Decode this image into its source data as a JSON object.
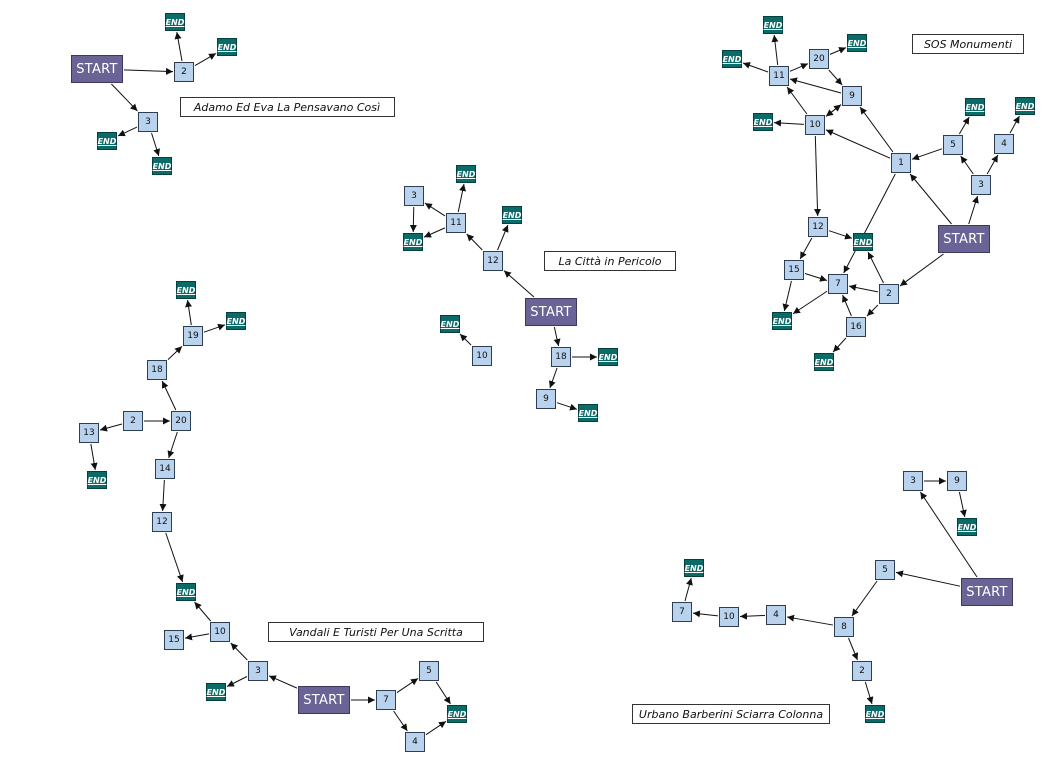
{
  "diagrams": [
    {
      "title": "Adamo Ed Eva La Pensavano Così",
      "nodes": [
        {
          "id": "A_S",
          "label": "START",
          "type": "start"
        },
        {
          "id": "A_2",
          "label": "2",
          "type": "num"
        },
        {
          "id": "A_3",
          "label": "3",
          "type": "num"
        },
        {
          "id": "A_E1",
          "label": "END",
          "type": "end"
        },
        {
          "id": "A_E2",
          "label": "END",
          "type": "end"
        },
        {
          "id": "A_E3",
          "label": "END",
          "type": "end"
        },
        {
          "id": "A_E4",
          "label": "END",
          "type": "end"
        }
      ],
      "edges": [
        [
          "A_S",
          "A_2"
        ],
        [
          "A_S",
          "A_3"
        ],
        [
          "A_2",
          "A_E1"
        ],
        [
          "A_2",
          "A_E2"
        ],
        [
          "A_3",
          "A_E3"
        ],
        [
          "A_3",
          "A_E4"
        ]
      ]
    },
    {
      "title": "La Città in Pericolo",
      "nodes": [
        {
          "id": "B_S",
          "label": "START",
          "type": "start"
        },
        {
          "id": "B_12",
          "label": "12",
          "type": "num"
        },
        {
          "id": "B_11",
          "label": "11",
          "type": "num"
        },
        {
          "id": "B_3",
          "label": "3",
          "type": "num"
        },
        {
          "id": "B_18",
          "label": "18",
          "type": "num"
        },
        {
          "id": "B_9",
          "label": "9",
          "type": "num"
        },
        {
          "id": "B_10",
          "label": "10",
          "type": "num"
        },
        {
          "id": "B_E1",
          "label": "END",
          "type": "end"
        },
        {
          "id": "B_E2",
          "label": "END",
          "type": "end"
        },
        {
          "id": "B_E3",
          "label": "END",
          "type": "end"
        },
        {
          "id": "B_E4",
          "label": "END",
          "type": "end"
        },
        {
          "id": "B_E5",
          "label": "END",
          "type": "end"
        },
        {
          "id": "B_E6",
          "label": "END",
          "type": "end"
        }
      ],
      "edges": [
        [
          "B_S",
          "B_12"
        ],
        [
          "B_12",
          "B_11"
        ],
        [
          "B_12",
          "B_E2"
        ],
        [
          "B_11",
          "B_3"
        ],
        [
          "B_11",
          "B_E1"
        ],
        [
          "B_11",
          "B_E3"
        ],
        [
          "B_3",
          "B_E3"
        ],
        [
          "B_S",
          "B_18"
        ],
        [
          "B_18",
          "B_E4"
        ],
        [
          "B_18",
          "B_9"
        ],
        [
          "B_9",
          "B_E5"
        ],
        [
          "B_10",
          "B_E6"
        ]
      ]
    },
    {
      "title": "SOS Monumenti",
      "nodes": [
        {
          "id": "C_S",
          "label": "START",
          "type": "start"
        },
        {
          "id": "C_1",
          "label": "1",
          "type": "num"
        },
        {
          "id": "C_2",
          "label": "2",
          "type": "num"
        },
        {
          "id": "C_3",
          "label": "3",
          "type": "num"
        },
        {
          "id": "C_4",
          "label": "4",
          "type": "num"
        },
        {
          "id": "C_5",
          "label": "5",
          "type": "num"
        },
        {
          "id": "C_7",
          "label": "7",
          "type": "num"
        },
        {
          "id": "C_9",
          "label": "9",
          "type": "num"
        },
        {
          "id": "C_10",
          "label": "10",
          "type": "num"
        },
        {
          "id": "C_11",
          "label": "11",
          "type": "num"
        },
        {
          "id": "C_12",
          "label": "12",
          "type": "num"
        },
        {
          "id": "C_15",
          "label": "15",
          "type": "num"
        },
        {
          "id": "C_16",
          "label": "16",
          "type": "num"
        },
        {
          "id": "C_20",
          "label": "20",
          "type": "num"
        },
        {
          "id": "C_E1",
          "label": "END",
          "type": "end"
        },
        {
          "id": "C_E2",
          "label": "END",
          "type": "end"
        },
        {
          "id": "C_E3",
          "label": "END",
          "type": "end"
        },
        {
          "id": "C_E4",
          "label": "END",
          "type": "end"
        },
        {
          "id": "C_E5",
          "label": "END",
          "type": "end"
        },
        {
          "id": "C_E6",
          "label": "END",
          "type": "end"
        },
        {
          "id": "C_E7",
          "label": "END",
          "type": "end"
        },
        {
          "id": "C_E8",
          "label": "END",
          "type": "end"
        },
        {
          "id": "C_E9",
          "label": "END",
          "type": "end"
        }
      ],
      "edges": [
        [
          "C_S",
          "C_1"
        ],
        [
          "C_S",
          "C_3"
        ],
        [
          "C_S",
          "C_2"
        ],
        [
          "C_3",
          "C_5"
        ],
        [
          "C_3",
          "C_4"
        ],
        [
          "C_5",
          "C_E4"
        ],
        [
          "C_5",
          "C_1"
        ],
        [
          "C_4",
          "C_E5"
        ],
        [
          "C_1",
          "C_9"
        ],
        [
          "C_1",
          "C_10"
        ],
        [
          "C_1",
          "C_7"
        ],
        [
          "C_9",
          "C_10"
        ],
        [
          "C_9",
          "C_11"
        ],
        [
          "C_10",
          "C_9"
        ],
        [
          "C_10",
          "C_11"
        ],
        [
          "C_10",
          "C_E3"
        ],
        [
          "C_10",
          "C_12"
        ],
        [
          "C_11",
          "C_E2"
        ],
        [
          "C_11",
          "C_E1"
        ],
        [
          "C_11",
          "C_20"
        ],
        [
          "C_20",
          "C_E6"
        ],
        [
          "C_20",
          "C_9"
        ],
        [
          "C_12",
          "C_E7"
        ],
        [
          "C_12",
          "C_15"
        ],
        [
          "C_15",
          "C_7"
        ],
        [
          "C_15",
          "C_E8"
        ],
        [
          "C_2",
          "C_7"
        ],
        [
          "C_2",
          "C_E7"
        ],
        [
          "C_2",
          "C_16"
        ],
        [
          "C_16",
          "C_7"
        ],
        [
          "C_16",
          "C_E9"
        ],
        [
          "C_7",
          "C_E8"
        ]
      ]
    },
    {
      "title": "Vandali E Turisti Per Una Scritta",
      "nodes": [
        {
          "id": "D_S",
          "label": "START",
          "type": "start"
        },
        {
          "id": "D_3",
          "label": "3",
          "type": "num"
        },
        {
          "id": "D_7",
          "label": "7",
          "type": "num"
        },
        {
          "id": "D_5",
          "label": "5",
          "type": "num"
        },
        {
          "id": "D_4",
          "label": "4",
          "type": "num"
        },
        {
          "id": "D_10",
          "label": "10",
          "type": "num"
        },
        {
          "id": "D_15",
          "label": "15",
          "type": "num"
        },
        {
          "id": "D_12",
          "label": "12",
          "type": "num"
        },
        {
          "id": "D_14",
          "label": "14",
          "type": "num"
        },
        {
          "id": "D_20",
          "label": "20",
          "type": "num"
        },
        {
          "id": "D_2",
          "label": "2",
          "type": "num"
        },
        {
          "id": "D_13",
          "label": "13",
          "type": "num"
        },
        {
          "id": "D_18",
          "label": "18",
          "type": "num"
        },
        {
          "id": "D_19",
          "label": "19",
          "type": "num"
        },
        {
          "id": "D_E1",
          "label": "END",
          "type": "end"
        },
        {
          "id": "D_E2",
          "label": "END",
          "type": "end"
        },
        {
          "id": "D_E3",
          "label": "END",
          "type": "end"
        },
        {
          "id": "D_E4",
          "label": "END",
          "type": "end"
        },
        {
          "id": "D_E5",
          "label": "END",
          "type": "end"
        },
        {
          "id": "D_E6",
          "label": "END",
          "type": "end"
        }
      ],
      "edges": [
        [
          "D_S",
          "D_3"
        ],
        [
          "D_S",
          "D_7"
        ],
        [
          "D_3",
          "D_E1"
        ],
        [
          "D_3",
          "D_10"
        ],
        [
          "D_10",
          "D_15"
        ],
        [
          "D_10",
          "D_E2"
        ],
        [
          "D_7",
          "D_5"
        ],
        [
          "D_7",
          "D_4"
        ],
        [
          "D_5",
          "D_E6"
        ],
        [
          "D_4",
          "D_E6"
        ],
        [
          "D_12",
          "D_E2"
        ],
        [
          "D_14",
          "D_12"
        ],
        [
          "D_20",
          "D_14"
        ],
        [
          "D_20",
          "D_18"
        ],
        [
          "D_2",
          "D_20"
        ],
        [
          "D_2",
          "D_13"
        ],
        [
          "D_13",
          "D_E3"
        ],
        [
          "D_18",
          "D_19"
        ],
        [
          "D_19",
          "D_E4"
        ],
        [
          "D_19",
          "D_E5"
        ]
      ]
    },
    {
      "title": "Urbano Barberini Sciarra Colonna",
      "nodes": [
        {
          "id": "E_S",
          "label": "START",
          "type": "start"
        },
        {
          "id": "E_3",
          "label": "3",
          "type": "num"
        },
        {
          "id": "E_9",
          "label": "9",
          "type": "num"
        },
        {
          "id": "E_5",
          "label": "5",
          "type": "num"
        },
        {
          "id": "E_8",
          "label": "8",
          "type": "num"
        },
        {
          "id": "E_2",
          "label": "2",
          "type": "num"
        },
        {
          "id": "E_4",
          "label": "4",
          "type": "num"
        },
        {
          "id": "E_10",
          "label": "10",
          "type": "num"
        },
        {
          "id": "E_7",
          "label": "7",
          "type": "num"
        },
        {
          "id": "E_E1",
          "label": "END",
          "type": "end"
        },
        {
          "id": "E_E2",
          "label": "END",
          "type": "end"
        },
        {
          "id": "E_E3",
          "label": "END",
          "type": "end"
        }
      ],
      "edges": [
        [
          "E_S",
          "E_3"
        ],
        [
          "E_3",
          "E_9"
        ],
        [
          "E_9",
          "E_E1"
        ],
        [
          "E_S",
          "E_5"
        ],
        [
          "E_5",
          "E_8"
        ],
        [
          "E_8",
          "E_2"
        ],
        [
          "E_2",
          "E_E3"
        ],
        [
          "E_8",
          "E_4"
        ],
        [
          "E_4",
          "E_10"
        ],
        [
          "E_10",
          "E_7"
        ],
        [
          "E_7",
          "E_E2"
        ]
      ]
    }
  ]
}
